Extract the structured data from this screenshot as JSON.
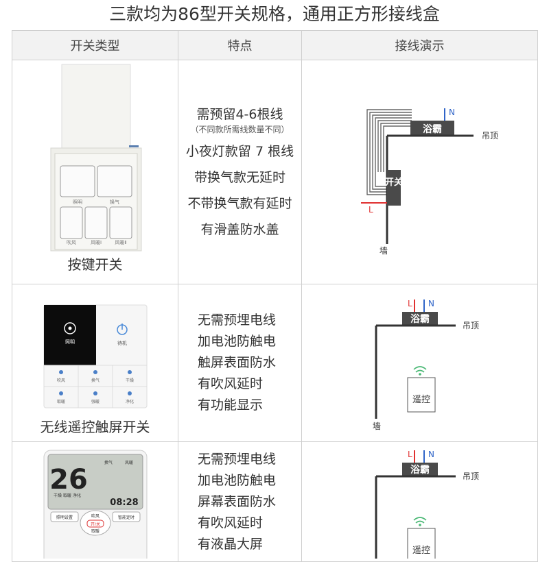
{
  "title": "三款均为86型开关规格，通用正方形接线盒",
  "headers": {
    "type": "开关类型",
    "feature": "特点",
    "wiring": "接线演示"
  },
  "rows": [
    {
      "name": "按键开关",
      "button_labels": [
        "照明",
        "换气",
        "吹风",
        "风暖Ⅰ",
        "风暖Ⅱ"
      ],
      "features": [
        "需预留4-6根线",
        "小夜灯款留 7 根线",
        "带换气款无延时",
        "不带换气款有延时",
        "有滑盖防水盖"
      ],
      "note": "（不同款所需线数量不同）",
      "wiring": {
        "n": "N",
        "l": "L",
        "device": "浴霸",
        "ceiling": "吊顶",
        "switch": "开关",
        "wall": "墙"
      }
    },
    {
      "name": "无线遥控触屏开关",
      "touch_labels": [
        "照明",
        "待机",
        "吹风",
        "换气",
        "干燥",
        "取暖",
        "强暖",
        "净化"
      ],
      "features": [
        "无需预埋电线",
        "加电池防触电",
        "触屏表面防水",
        "有吹风延时",
        "有功能显示"
      ],
      "wiring": {
        "l": "L",
        "n": "N",
        "device": "浴霸",
        "ceiling": "吊顶",
        "remote": "遥控",
        "wall": "墙"
      }
    },
    {
      "name": "",
      "lcd_digits": "26",
      "lcd_time": "08:28",
      "lcd_labels": [
        "干燥",
        "取暖",
        "净化",
        "换气",
        "风暖"
      ],
      "keys": [
        "照明设置",
        "吹风",
        "取暖",
        "智能定时",
        "开/关"
      ],
      "features": [
        "无需预埋电线",
        "加电池防触电",
        "屏幕表面防水",
        "有吹风延时",
        "有液晶大屏"
      ],
      "wiring": {
        "l": "L",
        "n": "N",
        "device": "浴霸",
        "ceiling": "吊顶",
        "remote": "遥控"
      }
    }
  ],
  "colors": {
    "live": "#e03030",
    "neutral": "#2f64c8",
    "device_box": "#4a4a4a",
    "header_bg": "#f2f2f2"
  }
}
